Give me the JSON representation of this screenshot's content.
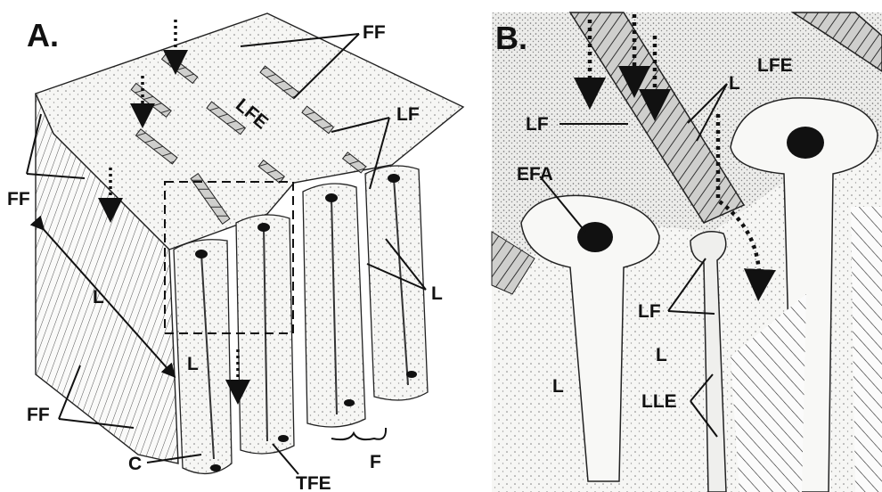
{
  "panel_a": {
    "letter": "A.",
    "labels": {
      "ff_top": "FF",
      "lfe": "LFE",
      "lf": "LF",
      "ff_left": "FF",
      "l_left": "L",
      "l_center": "L",
      "l_right": "L",
      "ff_bottom": "FF",
      "c": "C",
      "tfe": "TFE",
      "f": "F"
    }
  },
  "panel_b": {
    "letter": "B.",
    "labels": {
      "lfe": "LFE",
      "l_top": "L",
      "lf_top": "LF",
      "efa": "EFA",
      "lf_mid": "LF",
      "l_mid": "L",
      "l_left": "L",
      "lle": "LLE"
    }
  },
  "colors": {
    "ink": "#111111",
    "paper": "#f4f4f2",
    "stipple": "#8a8a8a",
    "shadow": "#d8d8d6"
  }
}
